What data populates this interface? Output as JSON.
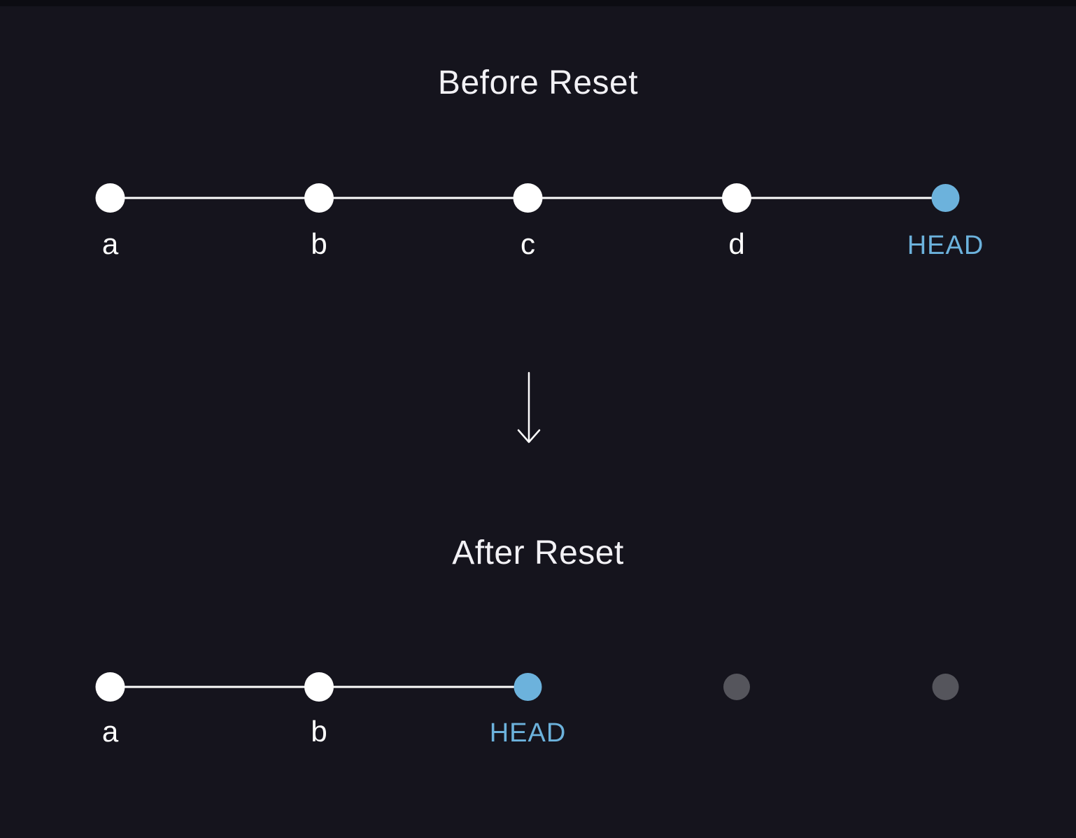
{
  "page": {
    "background_color": "#15141D",
    "top_bar_color": "#0C0C12"
  },
  "colors": {
    "commit_node": "#FFFFFF",
    "head_node": "#6CB2DC",
    "orphan_node": "#55555C",
    "edge_line": "#FFFFFF",
    "arrow": "#FFFFFF",
    "title_text": "#F2F1F5",
    "commit_label": "#FFFFFF",
    "head_label": "#6CB2DC"
  },
  "before_section": {
    "title": "Before Reset",
    "nodes": [
      {
        "label": "a",
        "type": "commit"
      },
      {
        "label": "b",
        "type": "commit"
      },
      {
        "label": "c",
        "type": "commit"
      },
      {
        "label": "d",
        "type": "commit"
      },
      {
        "label": "HEAD",
        "type": "head"
      }
    ],
    "edges": [
      [
        0,
        1
      ],
      [
        1,
        2
      ],
      [
        2,
        3
      ],
      [
        3,
        4
      ]
    ]
  },
  "after_section": {
    "title": "After Reset",
    "nodes": [
      {
        "label": "a",
        "type": "commit"
      },
      {
        "label": "b",
        "type": "commit"
      },
      {
        "label": "HEAD",
        "type": "head"
      },
      {
        "label": "",
        "type": "orphan"
      },
      {
        "label": "",
        "type": "orphan"
      }
    ],
    "edges": [
      [
        0,
        1
      ],
      [
        1,
        2
      ]
    ]
  }
}
